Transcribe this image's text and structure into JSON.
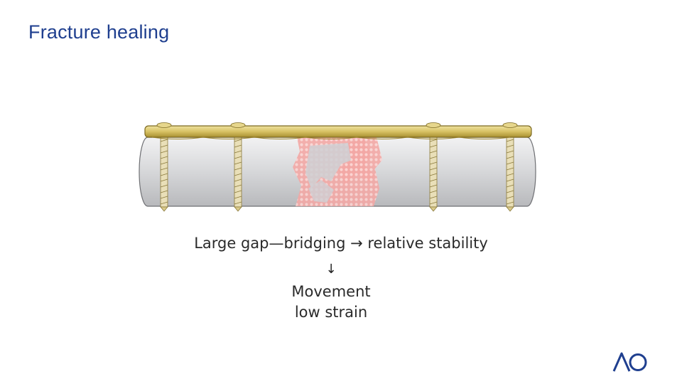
{
  "slide": {
    "title": "Fracture healing"
  },
  "figure": {
    "caption_line_1": "Large gap—bridging → relative stability",
    "arrow": "↓",
    "caption_line_2": "Movement",
    "caption_line_3": "low strain",
    "colors": {
      "plate": "#d8c264",
      "bone": "#d9dadc",
      "callus": "#f3a8a5",
      "screw": "#e9dfb8"
    }
  },
  "logo": {
    "text": "AO",
    "color": "#1f3f8f"
  }
}
